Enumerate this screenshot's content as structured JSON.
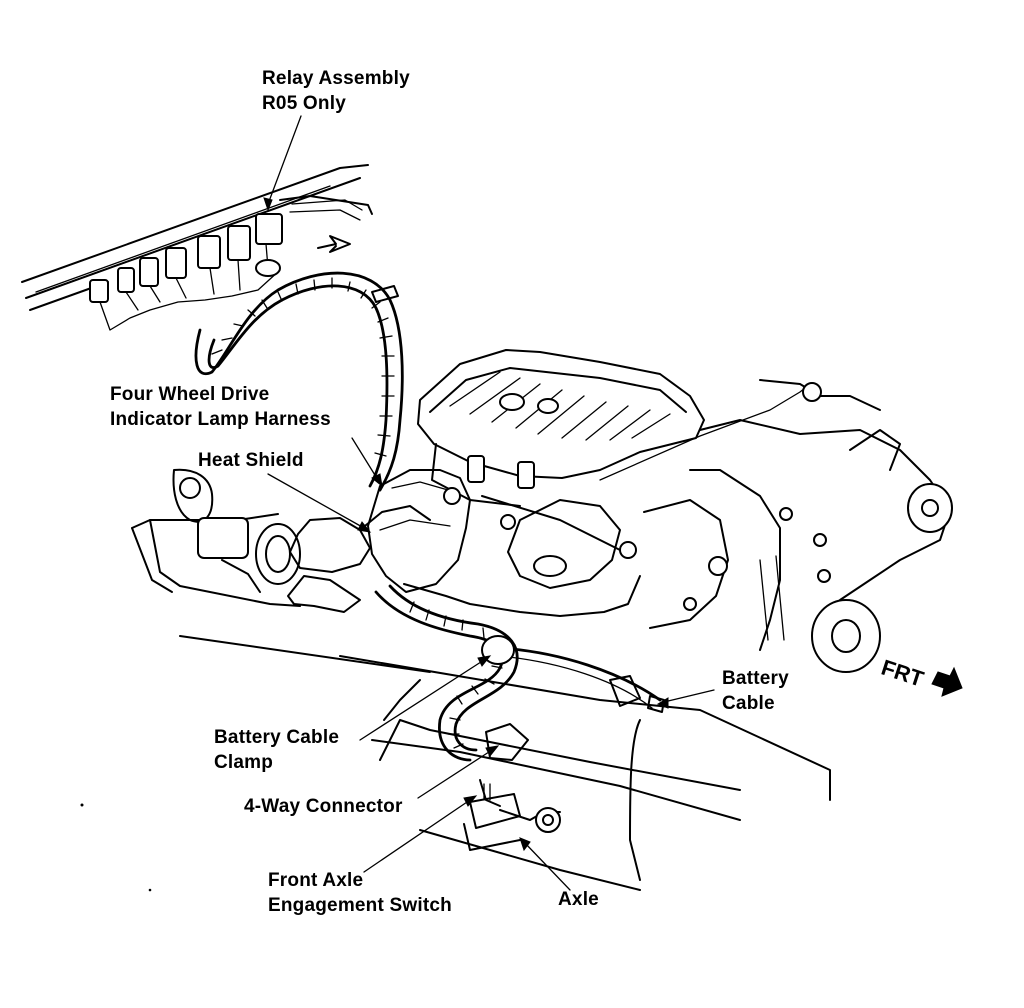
{
  "labels": {
    "relay_assembly": [
      "Relay Assembly",
      "R05 Only"
    ],
    "fwd_harness": [
      "Four Wheel Drive",
      "Indicator Lamp Harness"
    ],
    "heat_shield": "Heat Shield",
    "battery_cable_clamp": [
      "Battery Cable",
      "Clamp"
    ],
    "four_way_connector": "4-Way Connector",
    "front_axle_switch": [
      "Front Axle",
      "Engagement Switch"
    ],
    "axle": "Axle",
    "battery_cable": [
      "Battery",
      "Cable"
    ],
    "frt": "FRT"
  },
  "colors": {
    "ink": "#000000",
    "paper": "#ffffff"
  }
}
